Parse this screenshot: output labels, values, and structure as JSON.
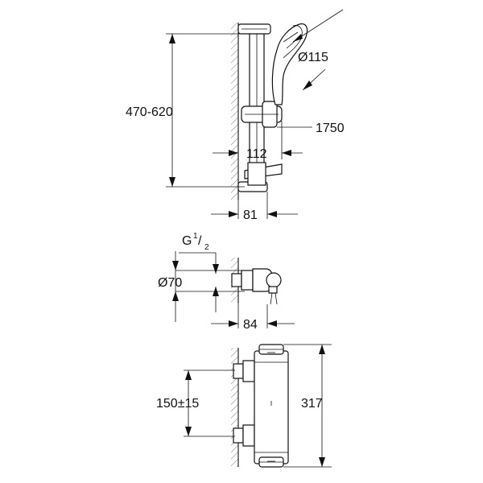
{
  "views": {
    "shower_set": {
      "dim_height": "470-620",
      "dim_head_diameter": "Ø115",
      "dim_hose_length": "1750",
      "dim_rail_depth": "112",
      "dim_holder_depth": "81"
    },
    "side_view": {
      "thread_main": "G",
      "thread_sup": "1",
      "thread_sub": "2",
      "dim_rosette_diameter": "Ø70",
      "dim_depth": "84"
    },
    "front_view": {
      "dim_centers": "150±15",
      "dim_width": "317"
    }
  }
}
